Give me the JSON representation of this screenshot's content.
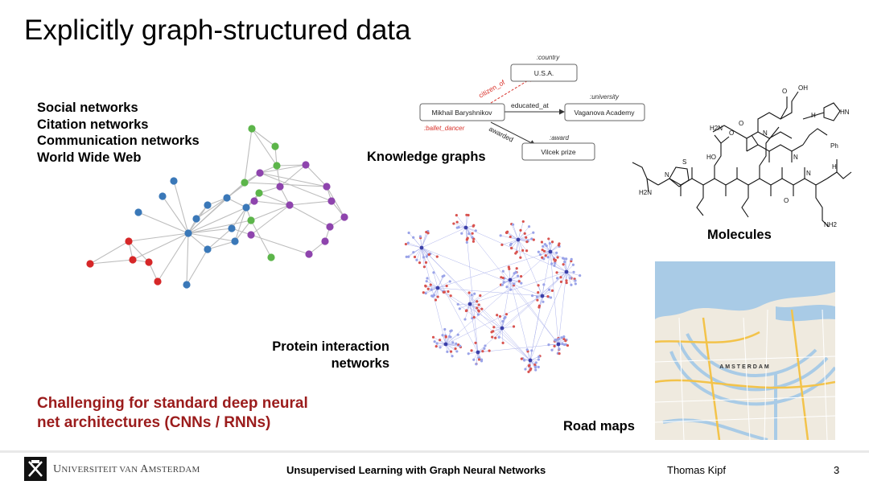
{
  "slide": {
    "title": "Explicitly graph-structured data",
    "social_list": [
      "Social networks",
      "Citation networks",
      "Communication networks",
      "World Wide Web"
    ],
    "knowledge_graphs_label": "Knowledge graphs",
    "molecules_label": "Molecules",
    "protein_label": [
      "Protein interaction",
      "networks"
    ],
    "road_maps_label": "Road maps",
    "challenge": [
      "Challenging for standard deep neural",
      "net architectures (CNNs / RNNs)"
    ]
  },
  "knowledge_graph": {
    "nodes": {
      "country_type": ":country",
      "country": "U.S.A.",
      "person": "Mikhail Baryshnikov",
      "person_type": ":ballet_dancer",
      "university_type": ":university",
      "university": "Vaganova Academy",
      "award_type": ":award",
      "award": "Vilcek prize"
    },
    "edges": {
      "citizen_of": "citizen_of",
      "educated_at": "educated_at",
      "awarded": "awarded"
    }
  },
  "molecule": {
    "atoms": [
      "OH",
      "O",
      "H",
      "N",
      "HN",
      "O",
      "H2N",
      "N",
      "Ph",
      "HO",
      "O",
      "S",
      "N",
      "H2N",
      "NH2",
      "H",
      "N",
      "O"
    ]
  },
  "map": {
    "city": "AMSTERDAM"
  },
  "footer": {
    "university": [
      "U",
      "NIVERSITEIT VAN ",
      "A",
      "MSTERDAM"
    ],
    "course": "Unsupervised Learning with Graph Neural Networks",
    "author": "Thomas Kipf",
    "page": "3"
  },
  "colors": {
    "blue_node": "#3a78b8",
    "green_node": "#5cb54a",
    "purple_node": "#8e44ad",
    "red_node": "#d62728",
    "challenge_text": "#9b1c1c",
    "kg_red": "#d9322b"
  }
}
